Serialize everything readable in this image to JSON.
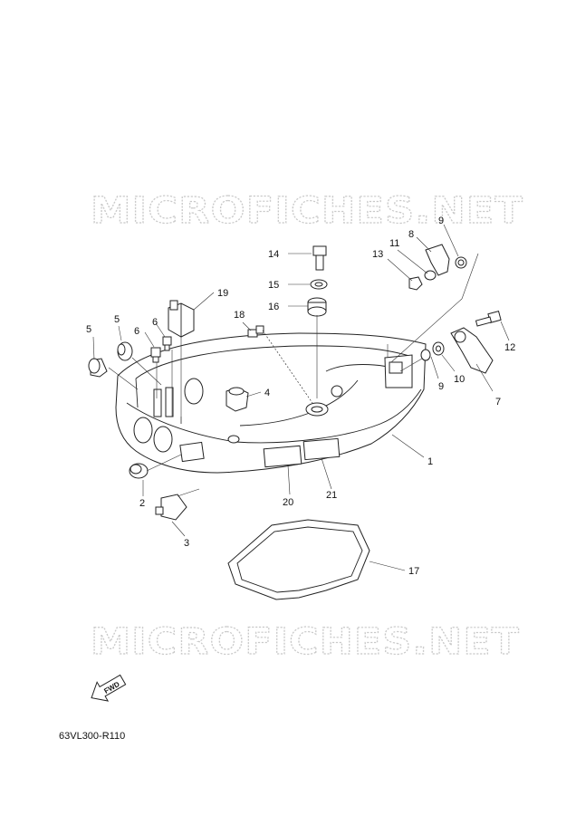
{
  "watermark": {
    "top": "MICROFICHES.NET",
    "bottom": "MICROFICHES.NET"
  },
  "reference_code": "63VL300-R110",
  "fwd_label": "FWD",
  "callouts": {
    "c1": "1",
    "c2": "2",
    "c3": "3",
    "c4": "4",
    "c5a": "5",
    "c5b": "5",
    "c6a": "6",
    "c6b": "6",
    "c7": "7",
    "c8": "8",
    "c9a": "9",
    "c9b": "9",
    "c10": "10",
    "c11": "11",
    "c12": "12",
    "c13": "13",
    "c14": "14",
    "c15": "15",
    "c16": "16",
    "c17": "17",
    "c18": "18",
    "c19": "19",
    "c20": "20",
    "c21": "21"
  }
}
